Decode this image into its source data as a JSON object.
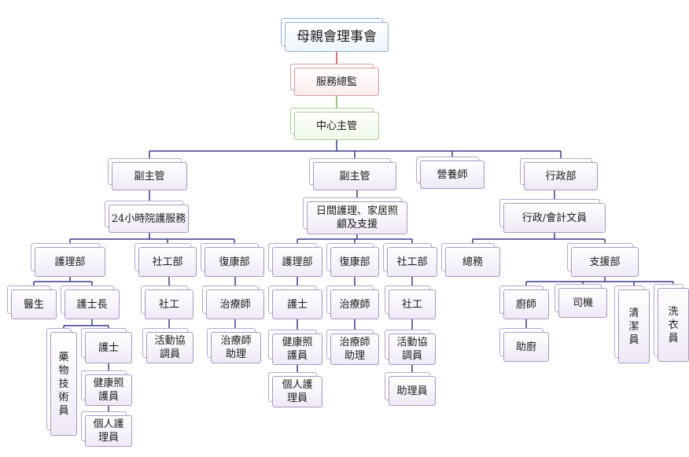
{
  "colors": {
    "line_main": "#3a3a8c",
    "line_red": "#c0504d",
    "line_green": "#77b255",
    "box_purple": "#a898c6",
    "box_blue": "#8fb0d8",
    "box_red": "#d99a9a",
    "box_green": "#a9cf94"
  },
  "nodes": {
    "board": "母親會理事會",
    "director": "服務總監",
    "center_head": "中心主管",
    "deputy_left": "副主管",
    "deputy_mid": "副主管",
    "dietitian": "營養師",
    "admin_dept": "行政部",
    "service_24h": "24小時院護服務",
    "day_care": "日間護理、家居照\n顧及支援",
    "admin_clerk": "行政/會計文員",
    "nursing_left": "護理部",
    "social_left": "社工部",
    "rehab_left": "復康部",
    "nursing_mid": "護理部",
    "rehab_mid": "復康部",
    "social_mid": "社工部",
    "general": "總務",
    "support": "支援部",
    "doctor": "醫生",
    "head_nurse": "護士長",
    "pharmacy": "藥\n物\n技\n術\n員",
    "nurse_left": "護士",
    "health_left": "健康照\n護員",
    "personal_left": "個人護\n理員",
    "social_worker_left": "社工",
    "activity_left": "活動協\n調員",
    "therapist_left": "治療師",
    "therapist_asst_left": "治療師\n助理",
    "nurse_mid": "護士",
    "health_mid": "健康照\n護員",
    "personal_mid": "個人護\n理員",
    "therapist_mid": "治療師",
    "therapist_asst_mid": "治療師\n助理",
    "social_worker_mid": "社工",
    "activity_mid": "活動協\n調員",
    "assistant_mid": "助理員",
    "chef": "廚師",
    "kitchen_asst": "助廚",
    "driver": "司機",
    "cleaner": "清\n潔\n員",
    "laundry": "洗\n衣\n員"
  }
}
